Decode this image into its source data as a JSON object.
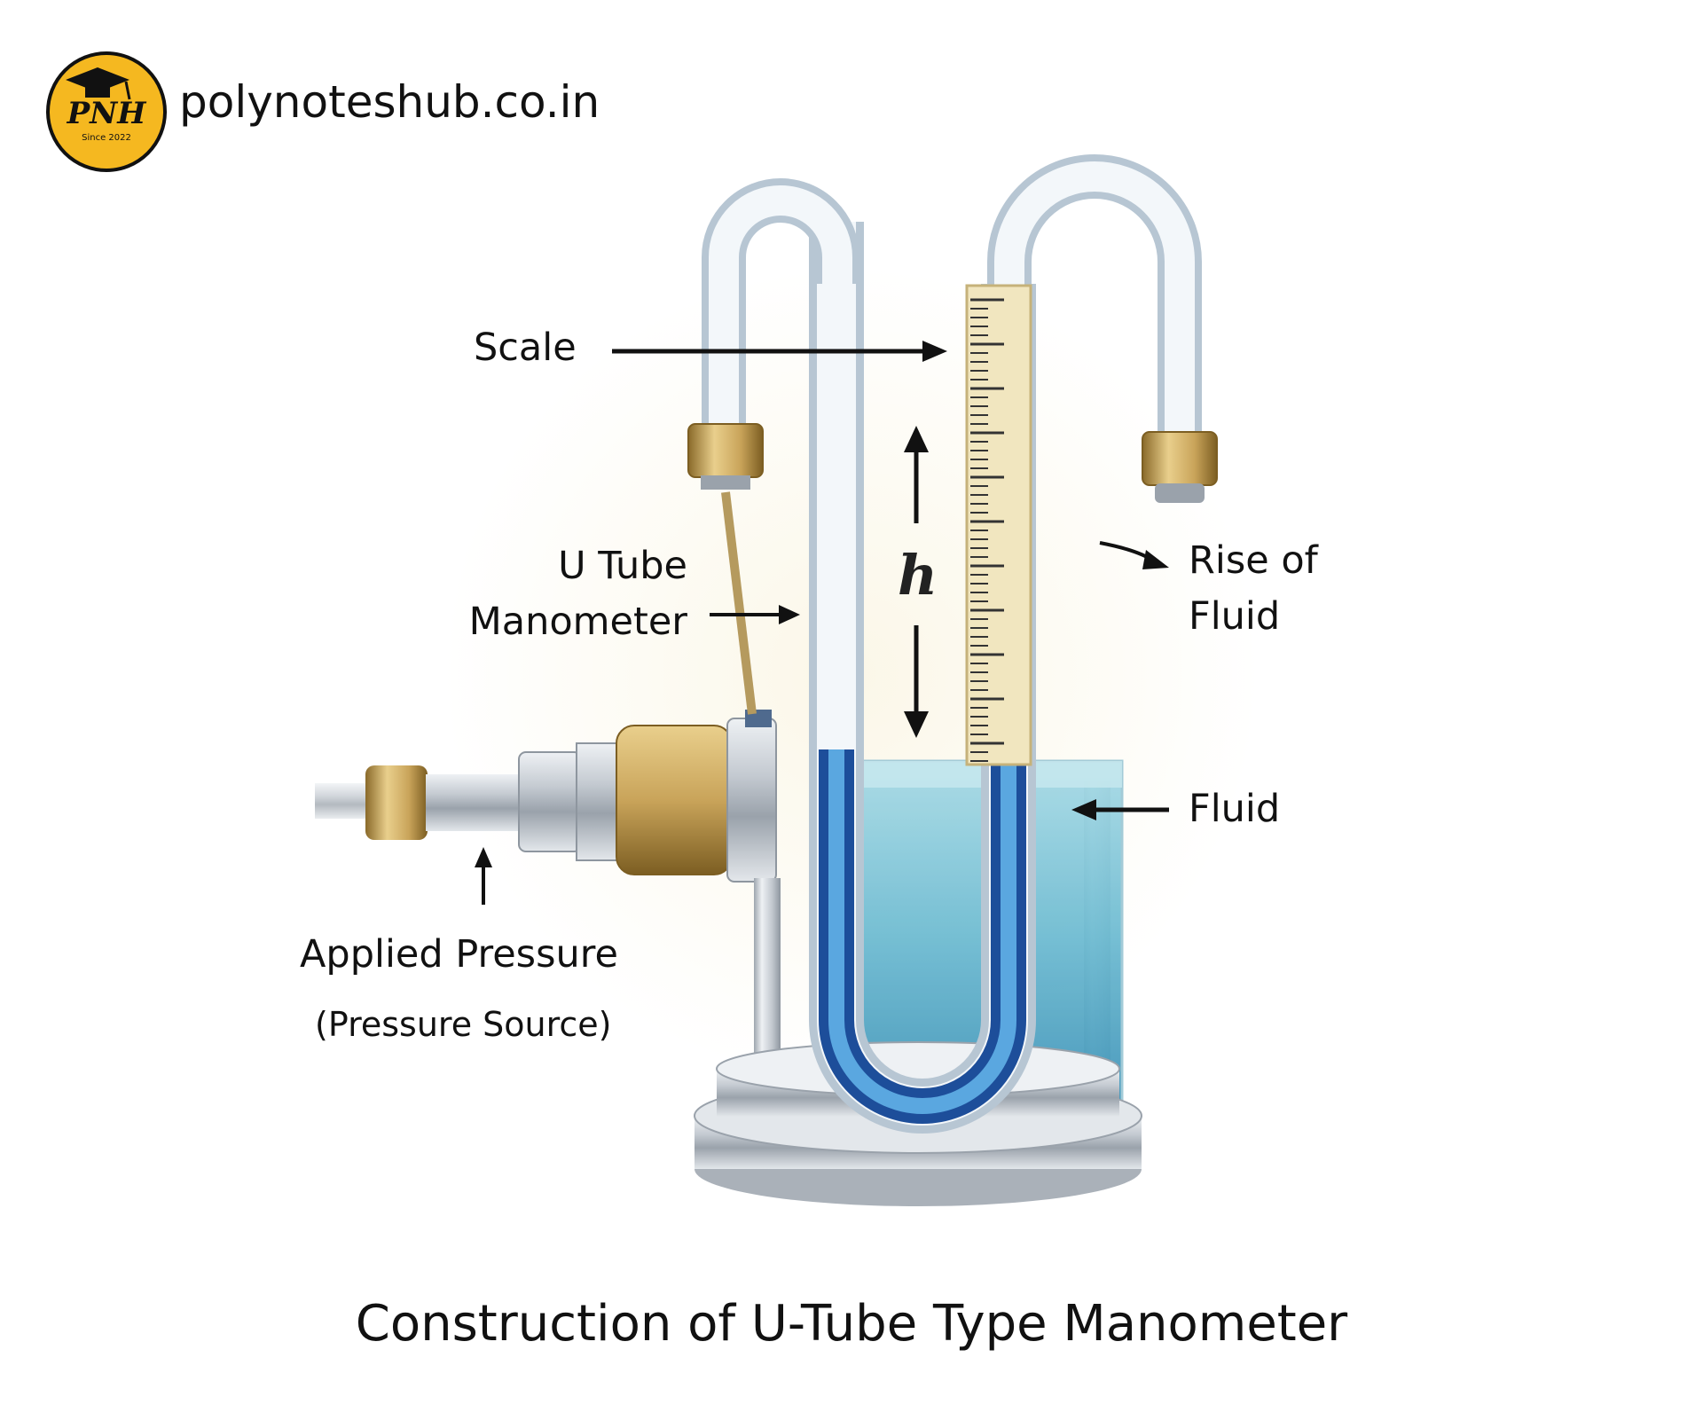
{
  "brand": {
    "logo_text": "PNH",
    "logo_since": "Since 2022",
    "url": "polynoteshub.co.in",
    "logo_color": "#f5b820"
  },
  "labels": {
    "scale": "Scale",
    "u_tube_line1": "U Tube",
    "u_tube_line2": "Manometer",
    "rise_line1": "Rise of",
    "rise_line2": "Fluid",
    "fluid": "Fluid",
    "applied_pressure": "Applied Pressure",
    "pressure_source": "(Pressure Source)",
    "height": "h"
  },
  "caption": "Construction of U-Tube Type Manometer",
  "colors": {
    "fluid_blue": "#2f7fc4",
    "fluid_dark": "#1d4e9a",
    "water": "#7cc4d8",
    "brass": "#c9a45a",
    "metal": "#c7ccd2",
    "scale_bg": "#f1e6bf"
  },
  "icons": [
    "graduation-cap-icon",
    "arrow-right-icon",
    "arrow-up-icon",
    "arrow-down-icon",
    "arrow-left-icon"
  ]
}
